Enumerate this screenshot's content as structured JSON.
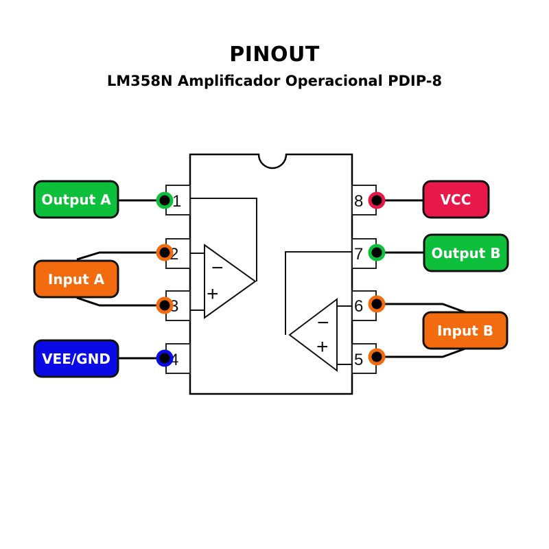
{
  "title": "PINOUT",
  "subtitle": "LM358N Amplificador Operacional PDIP-8",
  "colors": {
    "output": "#0ebf3c",
    "input": "#f26b0f",
    "vcc": "#e8194a",
    "gnd": "#0a0ae6",
    "outline": "#000000"
  },
  "pins": [
    {
      "number": "1",
      "label": "Output A",
      "side": "left",
      "color": "#0ebf3c"
    },
    {
      "number": "2",
      "label": "Input A",
      "side": "left",
      "color": "#f26b0f"
    },
    {
      "number": "3",
      "label": "Input A",
      "side": "left",
      "color": "#f26b0f"
    },
    {
      "number": "4",
      "label": "VEE/GND",
      "side": "left",
      "color": "#0a0ae6"
    },
    {
      "number": "5",
      "label": "Input B",
      "side": "right",
      "color": "#f26b0f"
    },
    {
      "number": "6",
      "label": "Input B",
      "side": "right",
      "color": "#f26b0f"
    },
    {
      "number": "7",
      "label": "Output B",
      "side": "right",
      "color": "#0ebf3c"
    },
    {
      "number": "8",
      "label": "VCC",
      "side": "right",
      "color": "#e8194a"
    }
  ],
  "labels": {
    "output_a": "Output A",
    "input_a": "Input A",
    "vee_gnd": "VEE/GND",
    "vcc": "VCC",
    "output_b": "Output B",
    "input_b": "Input B"
  },
  "opamp_signs": {
    "minus": "−",
    "plus": "+"
  }
}
